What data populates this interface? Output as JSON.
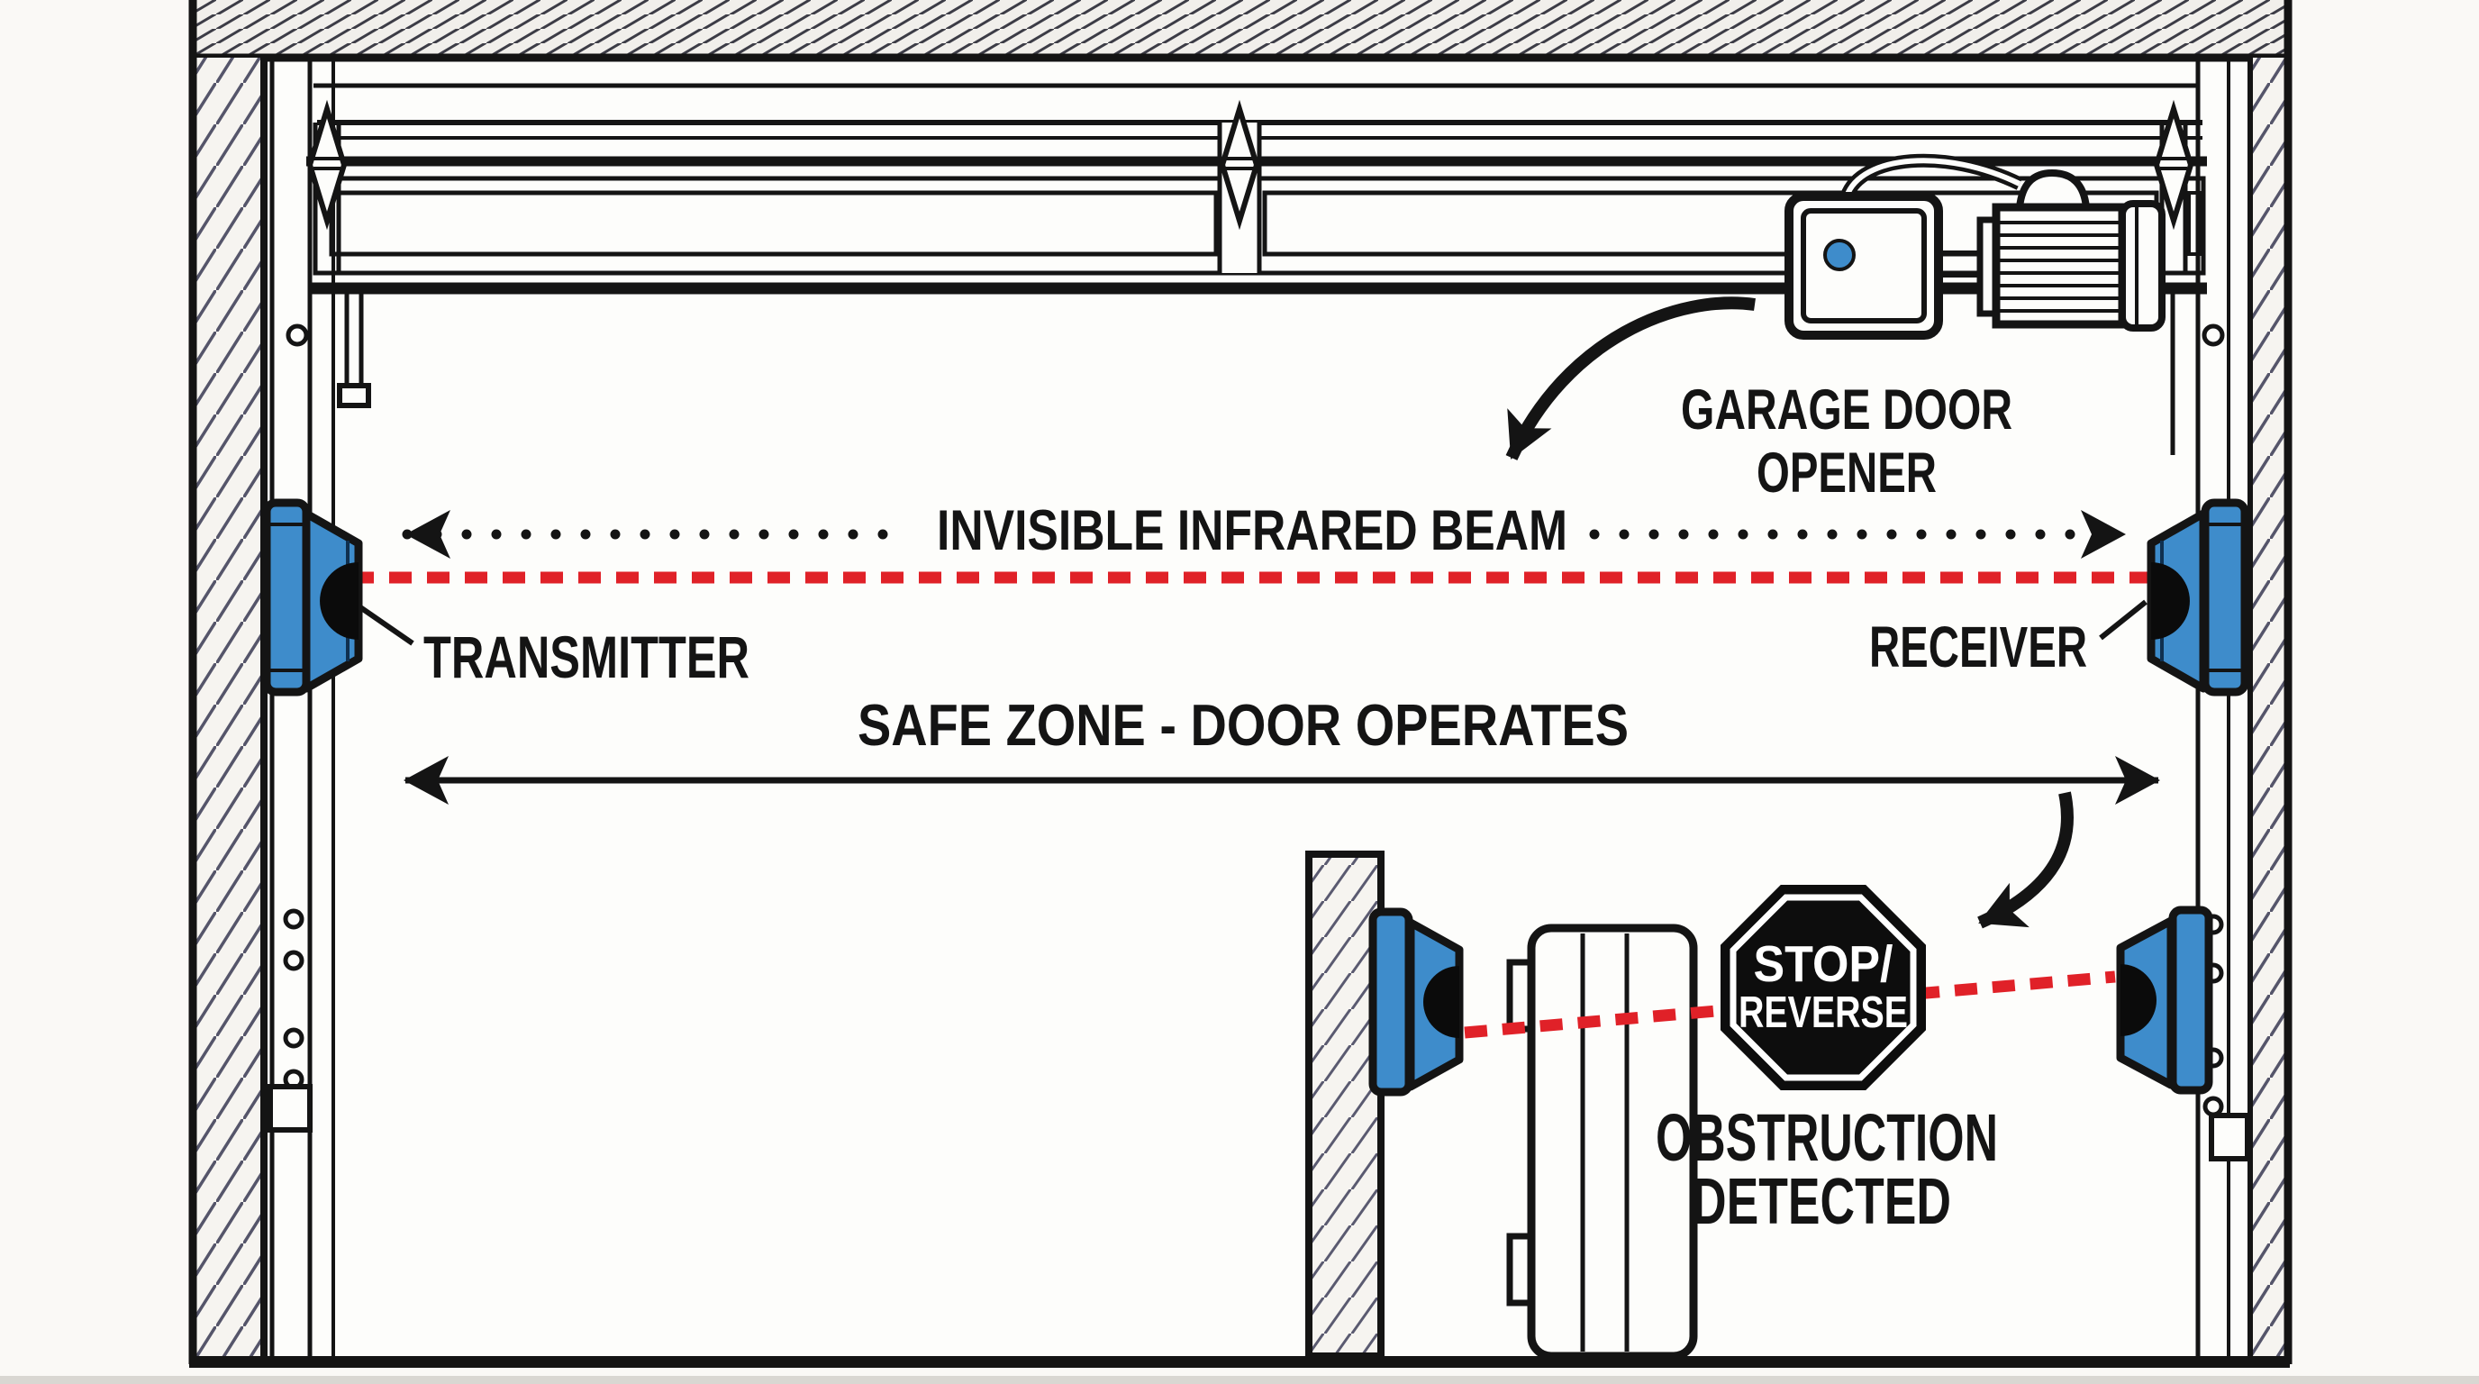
{
  "colors": {
    "sensor_blue": "#3e8ccb",
    "beam_red": "#e02128",
    "ink": "#141414",
    "paper": "#faf9f6"
  },
  "labels": {
    "beam": "INVISIBLE INFRARED BEAM",
    "transmitter": "TRANSMITTER",
    "receiver": "RECEIVER",
    "safe_zone": "SAFE ZONE - DOOR OPERATES",
    "opener_line1": "GARAGE DOOR",
    "opener_line2": "OPENER",
    "stop_line1": "STOP/",
    "stop_line2": "REVERSE",
    "obstruction_line1": "OBSTRUCTION",
    "obstruction_line2": "DETECTED"
  }
}
